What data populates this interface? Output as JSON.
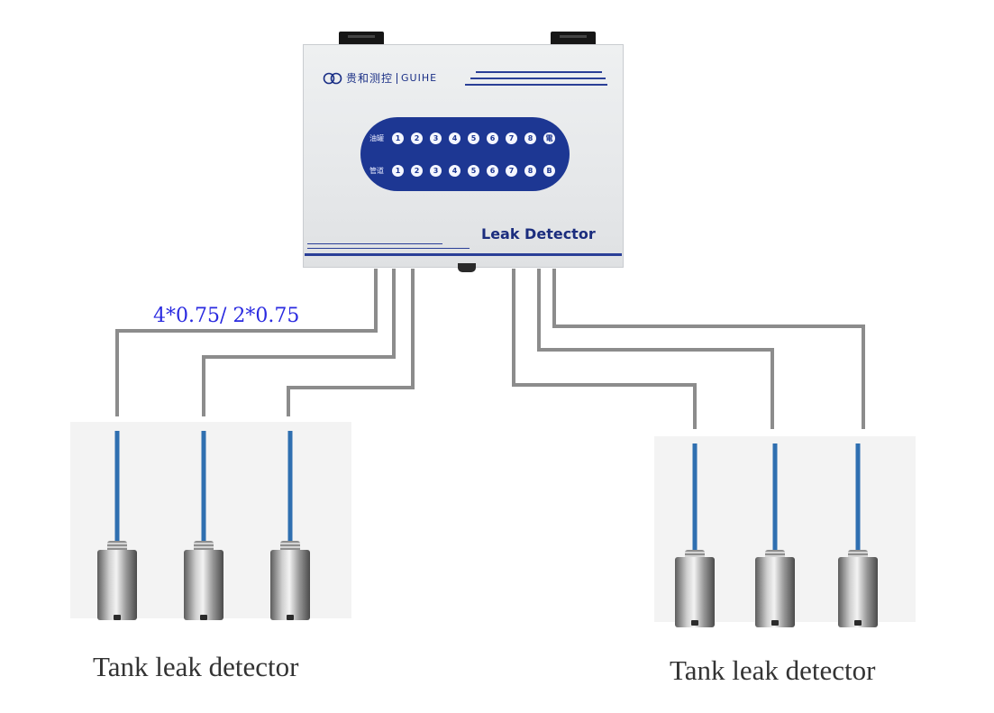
{
  "device": {
    "brand_cn": "贵和测控",
    "brand_en": "GUIHE",
    "label": "Leak Detector",
    "panel": {
      "rows": [
        {
          "label": "油罐",
          "numbers": [
            "1",
            "2",
            "3",
            "4",
            "5",
            "6",
            "7",
            "8"
          ],
          "end": "電"
        },
        {
          "label": "管道",
          "numbers": [
            "1",
            "2",
            "3",
            "4",
            "5",
            "6",
            "7",
            "8"
          ],
          "end": "B"
        }
      ]
    }
  },
  "cable_spec": "4*0.75/ 2*0.75",
  "captions": {
    "left": "Tank leak detector",
    "right": "Tank leak detector"
  },
  "colors": {
    "panel": "#1d3793",
    "cable": "#8c8c8c",
    "probe_cable": "#2f6fb0",
    "label_text": "#2a2ae0"
  }
}
